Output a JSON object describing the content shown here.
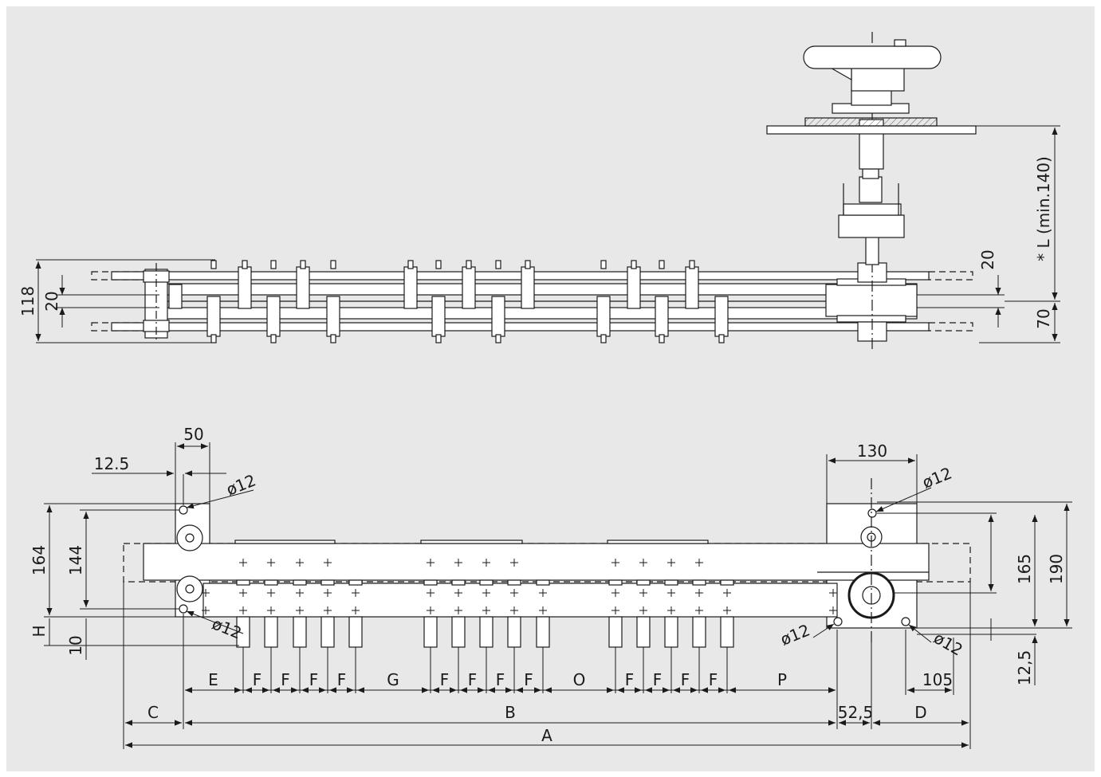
{
  "colors": {
    "panel": "#e8e8e8",
    "line": "#1a1a1a",
    "fill": "#ffffff",
    "hatch": "#555555"
  },
  "top_view": {
    "dim_118": "118",
    "dim_20_left": "20",
    "dim_20_right": "20",
    "dim_70": "70",
    "dim_L": "* L (min.140)"
  },
  "front_view": {
    "dim_50": "50",
    "dim_12_5_top": "12.5",
    "dia_12_left_top": "ø12",
    "dia_12_left_bottom": "ø12",
    "dim_164": "164",
    "dim_144": "144",
    "dim_H": "H",
    "dim_10": "10",
    "dim_130": "130",
    "dia_12_right_top": "ø12",
    "dia_12_right_bl": "ø12",
    "dia_12_right_br": "ø12",
    "dim_165": "165",
    "dim_190": "190",
    "dim_12_5_right": "12,5",
    "dim_105": "105",
    "dim_52_5": "52,5",
    "chain_labels": [
      "E",
      "F",
      "F",
      "F",
      "F",
      "G",
      "F",
      "F",
      "F",
      "F",
      "O",
      "F",
      "F",
      "F",
      "F",
      "P"
    ],
    "dim_C": "C",
    "dim_B": "B",
    "dim_D": "D",
    "dim_A": "A"
  }
}
